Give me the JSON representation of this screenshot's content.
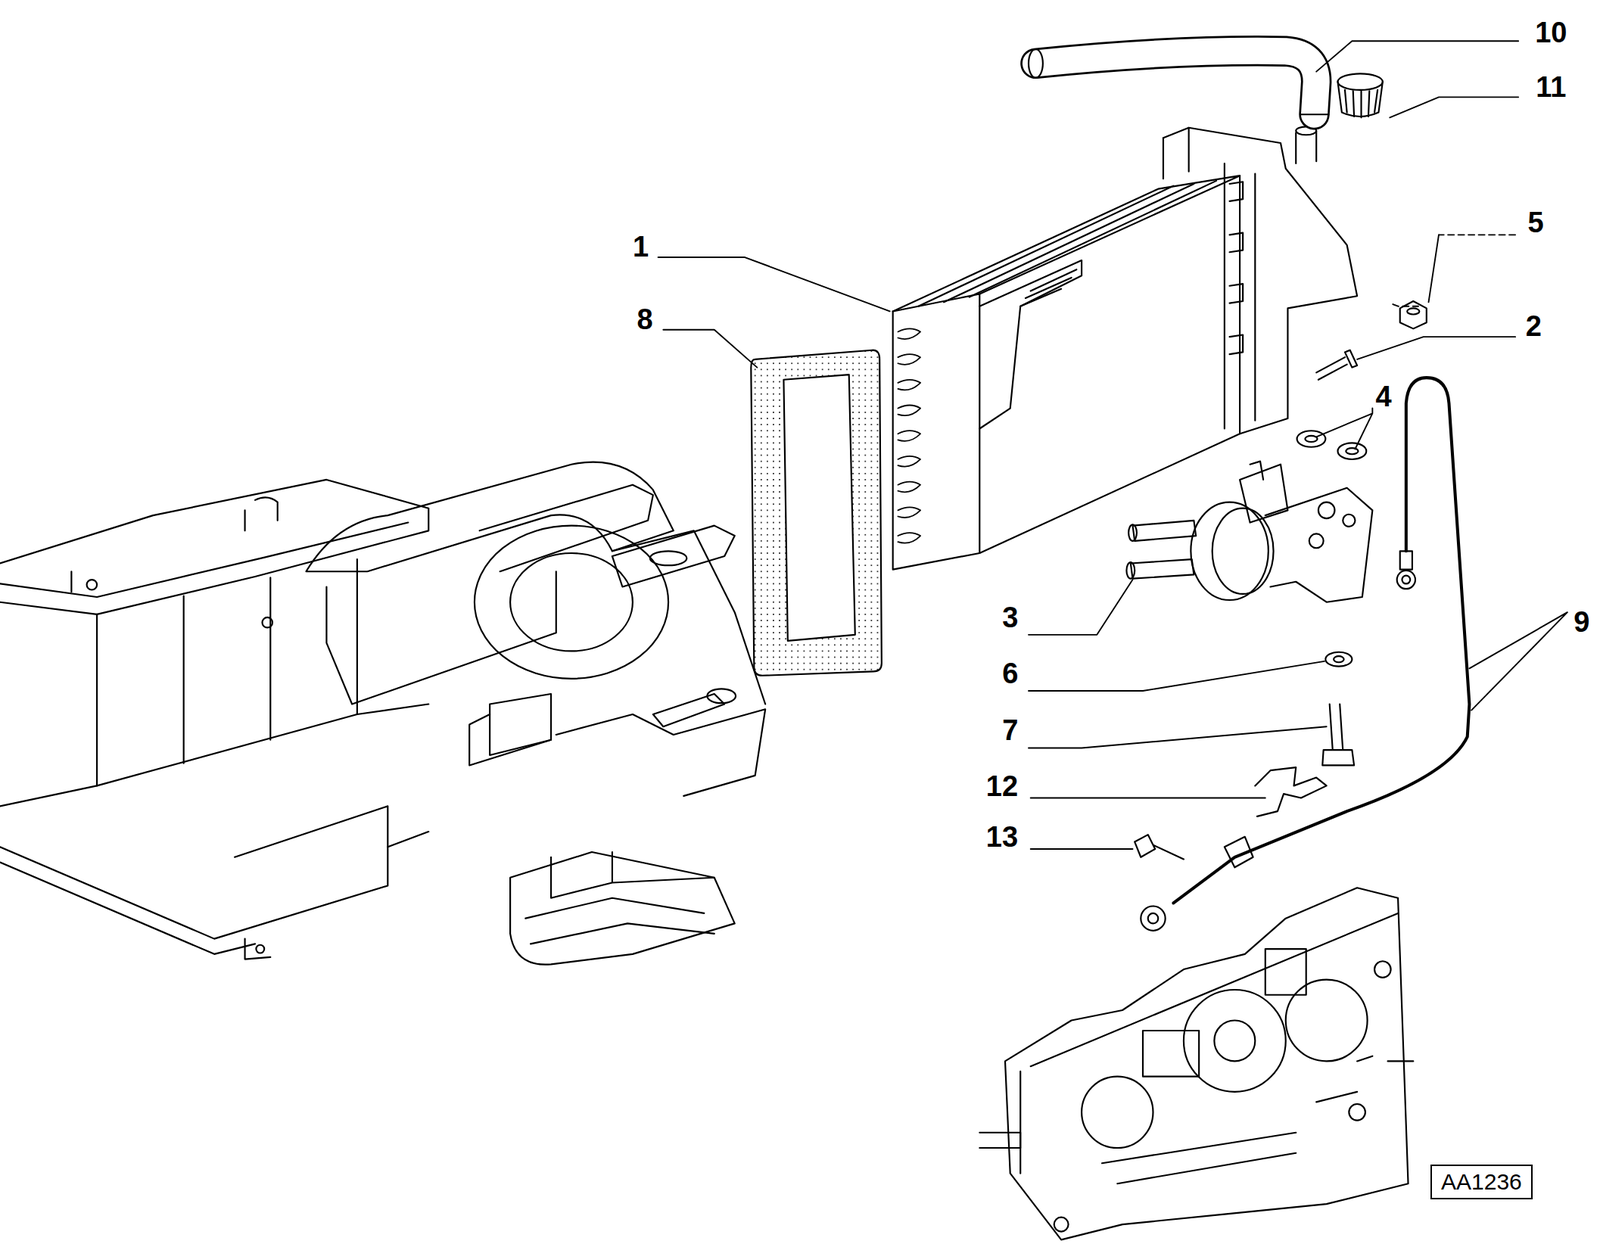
{
  "diagram": {
    "nodes": [
      {
        "text": [
          "AA1236"
        ]
      }
    ],
    "labels": [
      "10",
      "11",
      "1",
      "5",
      "8",
      "2",
      "4",
      "9",
      "3",
      "6",
      "7",
      "12",
      "13"
    ]
  }
}
